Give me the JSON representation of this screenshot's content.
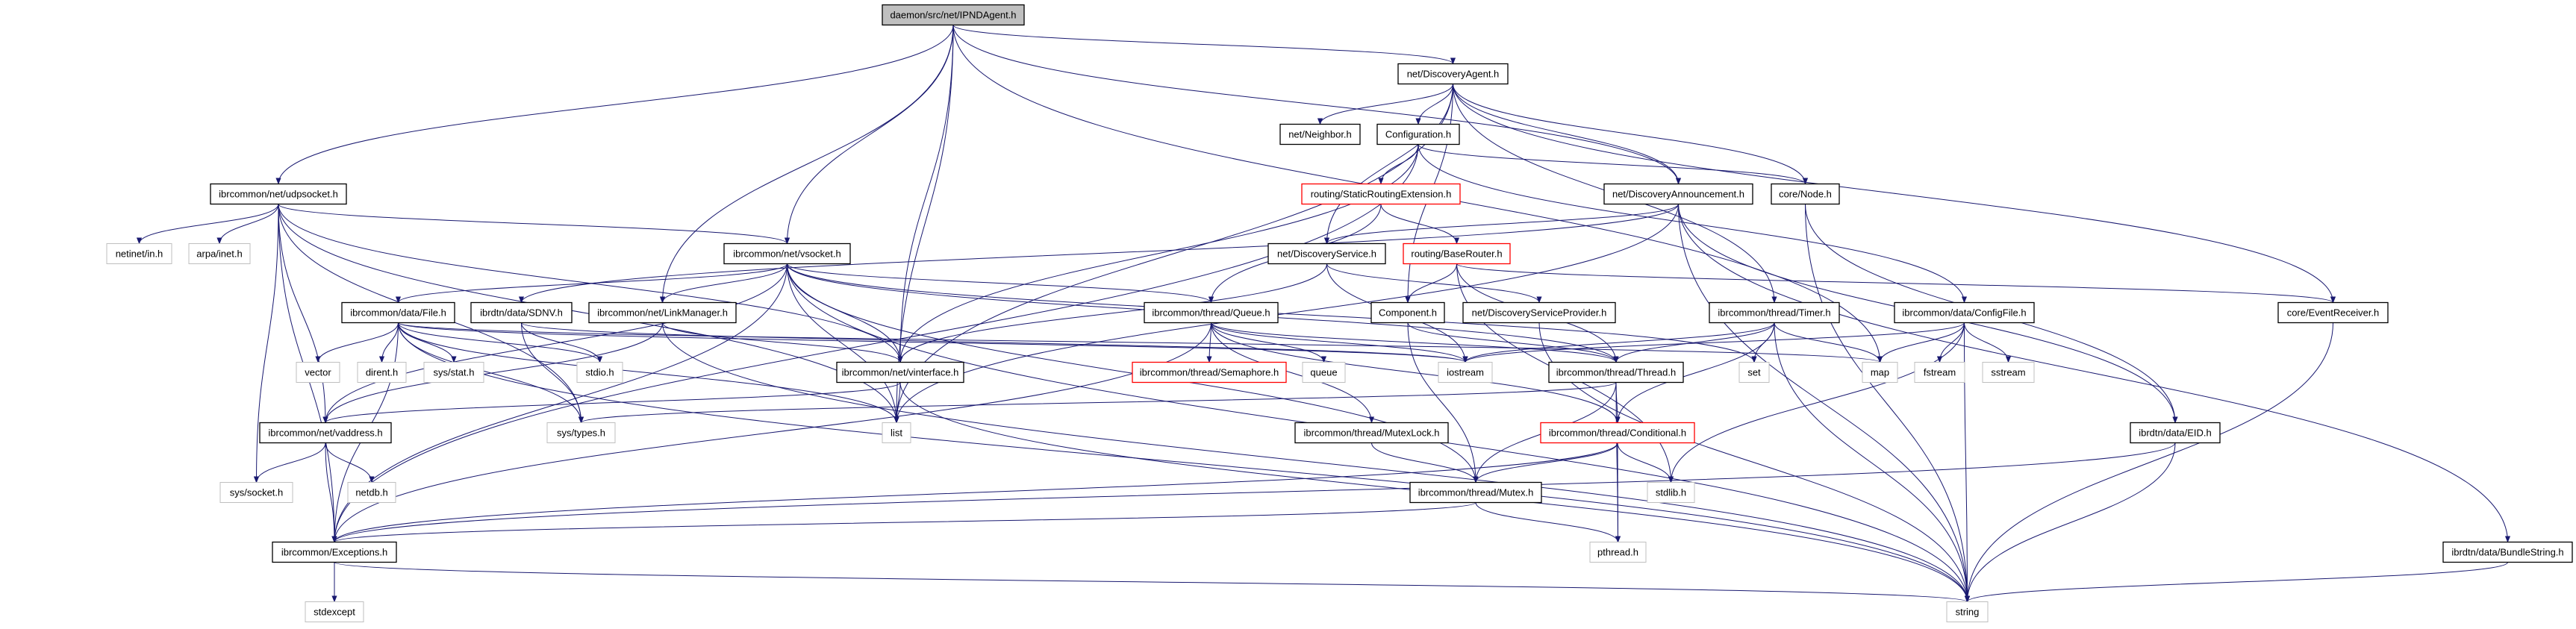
{
  "graph": {
    "colors": {
      "edge": "#191970",
      "documented_border": "#000000",
      "system_border": "#bfbfbf",
      "truncated_border": "#ff0000",
      "root_fill": "#bfbfbf"
    },
    "nodes": [
      {
        "id": "ipnd",
        "label": "daemon/src/net/IPNDAgent.h",
        "kind": "root"
      },
      {
        "id": "dagent",
        "label": "net/DiscoveryAgent.h",
        "kind": "doc"
      },
      {
        "id": "neighbor",
        "label": "net/Neighbor.h",
        "kind": "doc"
      },
      {
        "id": "config",
        "label": "Configuration.h",
        "kind": "doc"
      },
      {
        "id": "udp",
        "label": "ibrcommon/net/udpsocket.h",
        "kind": "doc"
      },
      {
        "id": "sre",
        "label": "routing/StaticRoutingExtension.h",
        "kind": "trunc"
      },
      {
        "id": "dann",
        "label": "net/DiscoveryAnnouncement.h",
        "kind": "doc"
      },
      {
        "id": "node",
        "label": "core/Node.h",
        "kind": "doc"
      },
      {
        "id": "netinet",
        "label": "netinet/in.h",
        "kind": "sys"
      },
      {
        "id": "arpa",
        "label": "arpa/inet.h",
        "kind": "sys"
      },
      {
        "id": "vsocket",
        "label": "ibrcommon/net/vsocket.h",
        "kind": "doc"
      },
      {
        "id": "dservice",
        "label": "net/DiscoveryService.h",
        "kind": "doc"
      },
      {
        "id": "baserouter",
        "label": "routing/BaseRouter.h",
        "kind": "trunc"
      },
      {
        "id": "file",
        "label": "ibrcommon/data/File.h",
        "kind": "doc"
      },
      {
        "id": "sdnv",
        "label": "ibrdtn/data/SDNV.h",
        "kind": "doc"
      },
      {
        "id": "linkmgr",
        "label": "ibrcommon/net/LinkManager.h",
        "kind": "doc"
      },
      {
        "id": "queueh",
        "label": "ibrcommon/thread/Queue.h",
        "kind": "doc"
      },
      {
        "id": "component",
        "label": "Component.h",
        "kind": "doc"
      },
      {
        "id": "dsp",
        "label": "net/DiscoveryServiceProvider.h",
        "kind": "doc"
      },
      {
        "id": "timer",
        "label": "ibrcommon/thread/Timer.h",
        "kind": "doc"
      },
      {
        "id": "configfile",
        "label": "ibrcommon/data/ConfigFile.h",
        "kind": "doc"
      },
      {
        "id": "evrecv",
        "label": "core/EventReceiver.h",
        "kind": "doc"
      },
      {
        "id": "vector",
        "label": "vector",
        "kind": "sys"
      },
      {
        "id": "dirent",
        "label": "dirent.h",
        "kind": "sys"
      },
      {
        "id": "sysstat",
        "label": "sys/stat.h",
        "kind": "sys"
      },
      {
        "id": "stdio",
        "label": "stdio.h",
        "kind": "sys"
      },
      {
        "id": "vinterface",
        "label": "ibrcommon/net/vinterface.h",
        "kind": "doc"
      },
      {
        "id": "semaphore",
        "label": "ibrcommon/thread/Semaphore.h",
        "kind": "trunc"
      },
      {
        "id": "queue",
        "label": "queue",
        "kind": "sys"
      },
      {
        "id": "iostream",
        "label": "iostream",
        "kind": "sys"
      },
      {
        "id": "thread",
        "label": "ibrcommon/thread/Thread.h",
        "kind": "doc"
      },
      {
        "id": "set",
        "label": "set",
        "kind": "sys"
      },
      {
        "id": "map",
        "label": "map",
        "kind": "sys"
      },
      {
        "id": "fstream",
        "label": "fstream",
        "kind": "sys"
      },
      {
        "id": "sstream",
        "label": "sstream",
        "kind": "sys"
      },
      {
        "id": "vaddress",
        "label": "ibrcommon/net/vaddress.h",
        "kind": "doc"
      },
      {
        "id": "systypes",
        "label": "sys/types.h",
        "kind": "sys"
      },
      {
        "id": "list",
        "label": "list",
        "kind": "sys"
      },
      {
        "id": "mutexlock",
        "label": "ibrcommon/thread/MutexLock.h",
        "kind": "doc"
      },
      {
        "id": "conditional",
        "label": "ibrcommon/thread/Conditional.h",
        "kind": "trunc"
      },
      {
        "id": "eid",
        "label": "ibrdtn/data/EID.h",
        "kind": "doc"
      },
      {
        "id": "syssocket",
        "label": "sys/socket.h",
        "kind": "sys"
      },
      {
        "id": "netdb",
        "label": "netdb.h",
        "kind": "sys"
      },
      {
        "id": "mutex",
        "label": "ibrcommon/thread/Mutex.h",
        "kind": "doc"
      },
      {
        "id": "stdlib",
        "label": "stdlib.h",
        "kind": "sys"
      },
      {
        "id": "exceptions",
        "label": "ibrcommon/Exceptions.h",
        "kind": "doc"
      },
      {
        "id": "pthread",
        "label": "pthread.h",
        "kind": "sys"
      },
      {
        "id": "bundlestring",
        "label": "ibrdtn/data/BundleString.h",
        "kind": "doc"
      },
      {
        "id": "stdexcept",
        "label": "stdexcept",
        "kind": "sys"
      },
      {
        "id": "string",
        "label": "string",
        "kind": "sys"
      }
    ],
    "edges": [
      [
        "ipnd",
        "udp"
      ],
      [
        "ipnd",
        "vsocket"
      ],
      [
        "ipnd",
        "linkmgr"
      ],
      [
        "ipnd",
        "vinterface"
      ],
      [
        "ipnd",
        "list"
      ],
      [
        "ipnd",
        "dagent"
      ],
      [
        "ipnd",
        "dann"
      ],
      [
        "ipnd",
        "map"
      ],
      [
        "dagent",
        "neighbor"
      ],
      [
        "dagent",
        "config"
      ],
      [
        "dagent",
        "dann"
      ],
      [
        "dagent",
        "node"
      ],
      [
        "dagent",
        "evrecv"
      ],
      [
        "dagent",
        "component"
      ],
      [
        "dagent",
        "dservice"
      ],
      [
        "dagent",
        "timer"
      ],
      [
        "dagent",
        "list"
      ],
      [
        "config",
        "node"
      ],
      [
        "config",
        "sre"
      ],
      [
        "config",
        "vinterface"
      ],
      [
        "config",
        "exceptions"
      ],
      [
        "config",
        "configfile"
      ],
      [
        "sre",
        "queueh"
      ],
      [
        "sre",
        "baserouter"
      ],
      [
        "dann",
        "dservice"
      ],
      [
        "dann",
        "sdnv"
      ],
      [
        "dann",
        "eid"
      ],
      [
        "dann",
        "string"
      ],
      [
        "dann",
        "bundlestring"
      ],
      [
        "dann",
        "list"
      ],
      [
        "node",
        "eid"
      ],
      [
        "node",
        "string"
      ],
      [
        "dservice",
        "vinterface"
      ],
      [
        "dservice",
        "iostream"
      ],
      [
        "dservice",
        "dsp"
      ],
      [
        "baserouter",
        "component"
      ],
      [
        "baserouter",
        "thread"
      ],
      [
        "baserouter",
        "evrecv"
      ],
      [
        "baserouter",
        "stdlib"
      ],
      [
        "udp",
        "netinet"
      ],
      [
        "udp",
        "arpa"
      ],
      [
        "udp",
        "vsocket"
      ],
      [
        "udp",
        "vaddress"
      ],
      [
        "udp",
        "syssocket"
      ],
      [
        "udp",
        "exceptions"
      ],
      [
        "udp",
        "systypes"
      ],
      [
        "udp",
        "vinterface"
      ],
      [
        "udp",
        "list"
      ],
      [
        "vsocket",
        "file"
      ],
      [
        "vsocket",
        "linkmgr"
      ],
      [
        "vsocket",
        "vinterface"
      ],
      [
        "vsocket",
        "queueh"
      ],
      [
        "vsocket",
        "thread"
      ],
      [
        "vsocket",
        "set"
      ],
      [
        "vsocket",
        "mutex"
      ],
      [
        "vsocket",
        "list"
      ],
      [
        "vsocket",
        "vaddress"
      ],
      [
        "vsocket",
        "string"
      ],
      [
        "vsocket",
        "exceptions"
      ],
      [
        "file",
        "vector"
      ],
      [
        "file",
        "dirent"
      ],
      [
        "file",
        "sysstat"
      ],
      [
        "file",
        "stdio"
      ],
      [
        "file",
        "systypes"
      ],
      [
        "file",
        "list"
      ],
      [
        "file",
        "iostream"
      ],
      [
        "file",
        "exceptions"
      ],
      [
        "file",
        "map"
      ],
      [
        "file",
        "string"
      ],
      [
        "sdnv",
        "stdio"
      ],
      [
        "sdnv",
        "systypes"
      ],
      [
        "sdnv",
        "iostream"
      ],
      [
        "linkmgr",
        "vinterface"
      ],
      [
        "linkmgr",
        "vaddress"
      ],
      [
        "linkmgr",
        "string"
      ],
      [
        "queueh",
        "semaphore"
      ],
      [
        "queueh",
        "queue"
      ],
      [
        "queueh",
        "iostream"
      ],
      [
        "queueh",
        "mutexlock"
      ],
      [
        "queueh",
        "conditional"
      ],
      [
        "queueh",
        "thread"
      ],
      [
        "queueh",
        "exceptions"
      ],
      [
        "vinterface",
        "vaddress"
      ],
      [
        "vinterface",
        "list"
      ],
      [
        "vinterface",
        "string"
      ],
      [
        "component",
        "thread"
      ],
      [
        "component",
        "mutex"
      ],
      [
        "dsp",
        "string"
      ],
      [
        "timer",
        "thread"
      ],
      [
        "timer",
        "conditional"
      ],
      [
        "timer",
        "set"
      ],
      [
        "timer",
        "map"
      ],
      [
        "timer",
        "string"
      ],
      [
        "timer",
        "iostream"
      ],
      [
        "configfile",
        "map"
      ],
      [
        "configfile",
        "fstream"
      ],
      [
        "configfile",
        "sstream"
      ],
      [
        "configfile",
        "string"
      ],
      [
        "configfile",
        "iostream"
      ],
      [
        "configfile",
        "stdlib"
      ],
      [
        "thread",
        "conditional"
      ],
      [
        "thread",
        "mutex"
      ],
      [
        "thread",
        "pthread"
      ],
      [
        "thread",
        "systypes"
      ],
      [
        "mutexlock",
        "mutex"
      ],
      [
        "conditional",
        "mutex"
      ],
      [
        "conditional",
        "stdlib"
      ],
      [
        "conditional",
        "pthread"
      ],
      [
        "conditional",
        "exceptions"
      ],
      [
        "mutex",
        "exceptions"
      ],
      [
        "mutex",
        "pthread"
      ],
      [
        "vaddress",
        "syssocket"
      ],
      [
        "vaddress",
        "netdb"
      ],
      [
        "vaddress",
        "exceptions"
      ],
      [
        "exceptions",
        "stdexcept"
      ],
      [
        "exceptions",
        "string"
      ],
      [
        "eid",
        "exceptions"
      ],
      [
        "eid",
        "string"
      ],
      [
        "evrecv",
        "string"
      ],
      [
        "bundlestring",
        "string"
      ]
    ]
  }
}
